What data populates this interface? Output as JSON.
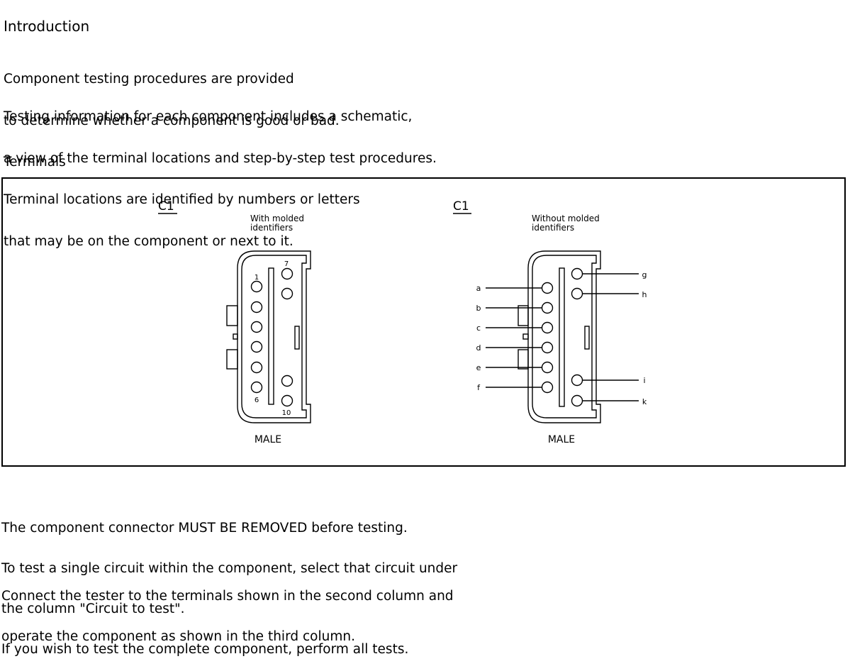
{
  "intro": {
    "heading": "Introduction",
    "para1": [
      "Component testing procedures are provided",
      "to determine whether a component is good or bad."
    ],
    "para2": [
      "Testing information for each component includes a schematic,",
      "a view of the terminal locations and step-by-step test procedures.",
      "Terminal locations are identified by numbers or letters",
      "that may be on the component or next to it."
    ]
  },
  "terminals": {
    "heading": "Terminals",
    "left": {
      "connector_id": "C1",
      "caption": [
        "With molded",
        "identifiers"
      ],
      "gender": "MALE",
      "numbers": {
        "top_right": "7",
        "top_left": "1",
        "bottom_left": "6",
        "bottom_right": "10"
      }
    },
    "right": {
      "connector_id": "C1",
      "caption": [
        "Without molded",
        "identifiers"
      ],
      "gender": "MALE",
      "left_pins": [
        "a",
        "b",
        "c",
        "d",
        "e",
        "f"
      ],
      "right_pins": [
        "g",
        "h",
        "i",
        "k"
      ]
    }
  },
  "instructions": {
    "para1": [
      "The component connector MUST BE REMOVED before testing.",
      "To test a single circuit within the component, select that circuit under",
      "the column \"Circuit to test\".",
      "If you wish to test the complete component, perform all tests."
    ],
    "para2": [
      "Connect the tester to the terminals shown in the second column and",
      "operate the component as shown in the third column."
    ]
  }
}
